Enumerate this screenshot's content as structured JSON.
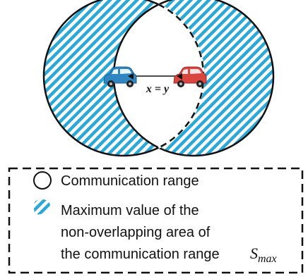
{
  "diagram": {
    "distance_label": "x = y",
    "colors": {
      "hatch": "#2aa8d8",
      "left_car": "#2f86c2",
      "right_car": "#d9453f",
      "stroke": "#111111"
    }
  },
  "legend": {
    "items": [
      {
        "icon": "circle-outline-icon",
        "lines": [
          "Communication range"
        ]
      },
      {
        "icon": "hatched-blob-icon",
        "lines": [
          "Maximum value of the",
          "non-overlapping area of",
          "the communication range"
        ],
        "symbol_main": "S",
        "symbol_sub": "max"
      }
    ]
  }
}
